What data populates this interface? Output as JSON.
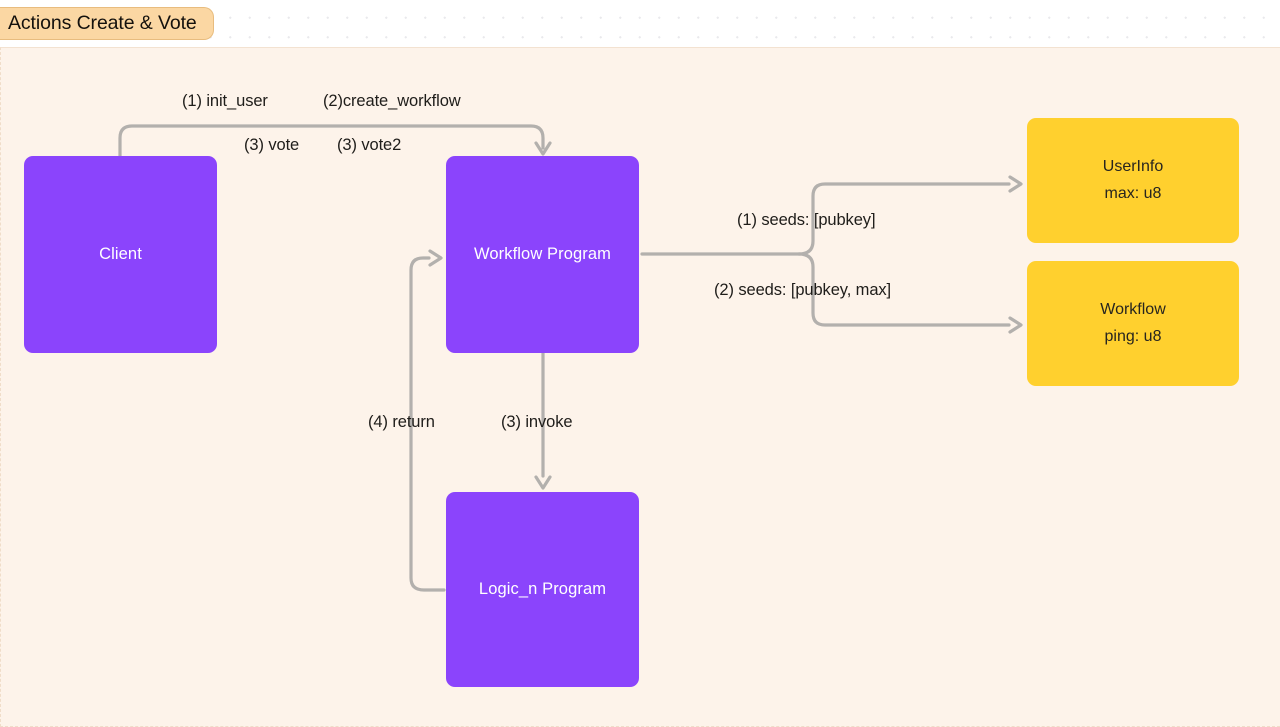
{
  "tab": {
    "label": "Actions Create & Vote"
  },
  "canvas": {
    "background_color": "#fdf3ea",
    "grid_dot_color": "#e9e9ec"
  },
  "colors": {
    "program_node": "#8b44fc",
    "account_node": "#ffd02e",
    "edge": "#b3b0ad",
    "tab_fill": "#fbd7a3",
    "text_dark": "#1f1d1a",
    "text_light": "#ffffff"
  },
  "diagram": {
    "nodes": [
      {
        "id": "client",
        "label": "Client",
        "kind": "program"
      },
      {
        "id": "workflow",
        "label": "Workflow Program",
        "kind": "program"
      },
      {
        "id": "logic",
        "label": "Logic_n Program",
        "kind": "program"
      },
      {
        "id": "userinfo",
        "line1": "UserInfo",
        "line2": "max: u8",
        "kind": "account"
      },
      {
        "id": "workflow_acct",
        "line1": "Workflow",
        "line2": "ping: u8",
        "kind": "account"
      }
    ],
    "edge_labels": [
      {
        "id": "init-user",
        "text": "(1) init_user"
      },
      {
        "id": "create-workflow",
        "text": "(2)create_workflow"
      },
      {
        "id": "vote",
        "text": "(3) vote"
      },
      {
        "id": "vote2",
        "text": "(3) vote2"
      },
      {
        "id": "return",
        "text": "(4) return"
      },
      {
        "id": "invoke",
        "text": "(3) invoke"
      },
      {
        "id": "seeds-pubkey",
        "text": "(1) seeds: [pubkey]"
      },
      {
        "id": "seeds-pubkey-max",
        "text": "(2) seeds: [pubkey, max]"
      }
    ]
  }
}
